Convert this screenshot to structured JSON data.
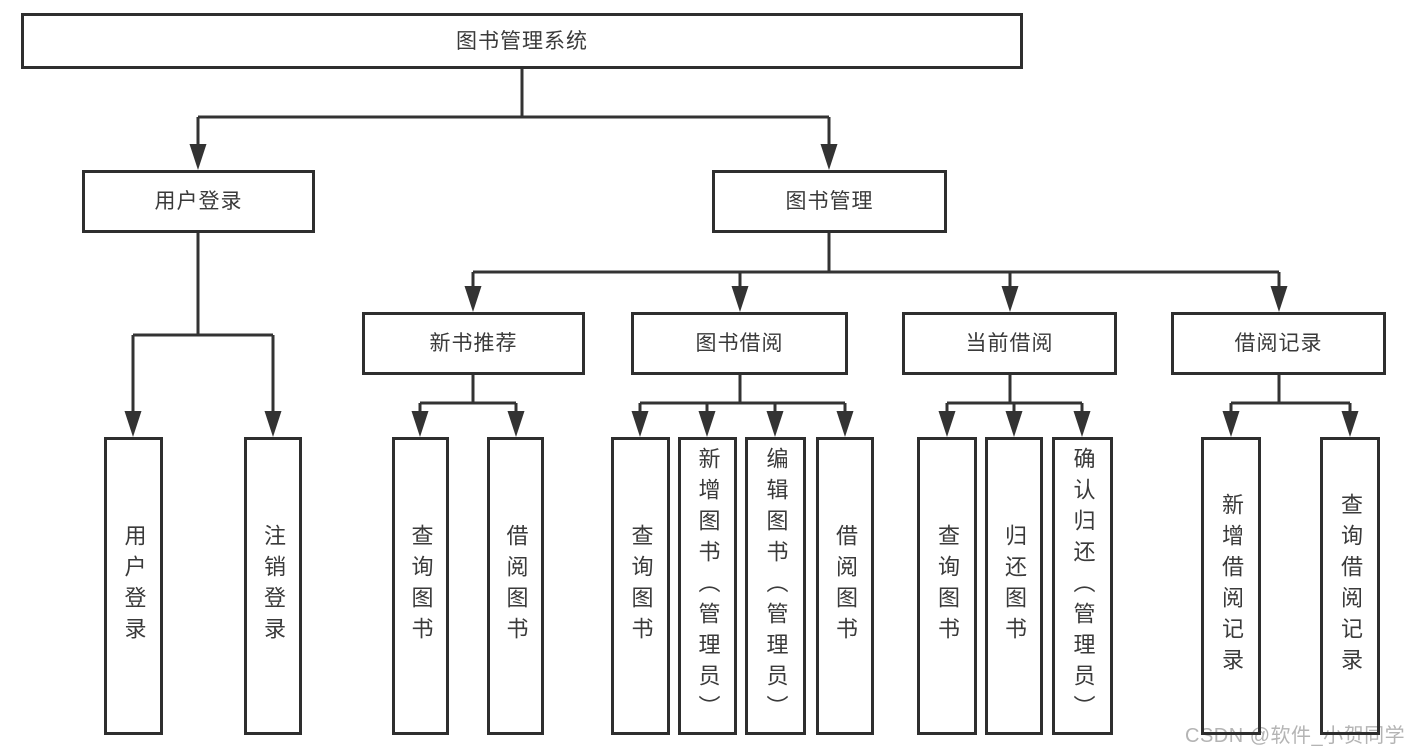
{
  "diagram": {
    "title": "图书管理系统",
    "branches": {
      "user_login": "用户登录",
      "book_mgmt": "图书管理"
    },
    "modules": {
      "new_book_rec": "新书推荐",
      "book_borrow": "图书借阅",
      "current_borrow": "当前借阅",
      "borrow_records": "借阅记录"
    },
    "leaves": {
      "user_login": "用户登录",
      "logout": "注销登录",
      "nb_query_book": "查询图书",
      "nb_borrow_book": "借阅图书",
      "bb_query_book": "查询图书",
      "bb_add_book": "新增图书（管理员）",
      "bb_edit_book": "编辑图书（管理员）",
      "bb_borrow_book": "借阅图书",
      "cb_query_book": "查询图书",
      "cb_return_book": "归还图书",
      "cb_confirm_return": "确认归还（管理员）",
      "br_add_record": "新增借阅记录",
      "br_query_record": "查询借阅记录"
    }
  },
  "watermark": "CSDN @软件_小贺同学",
  "colors": {
    "line": "#333333",
    "border": "#2e2e2e",
    "text": "#3a3a3a",
    "watermark_text": "#b4b4b4",
    "background": "#ffffff"
  }
}
